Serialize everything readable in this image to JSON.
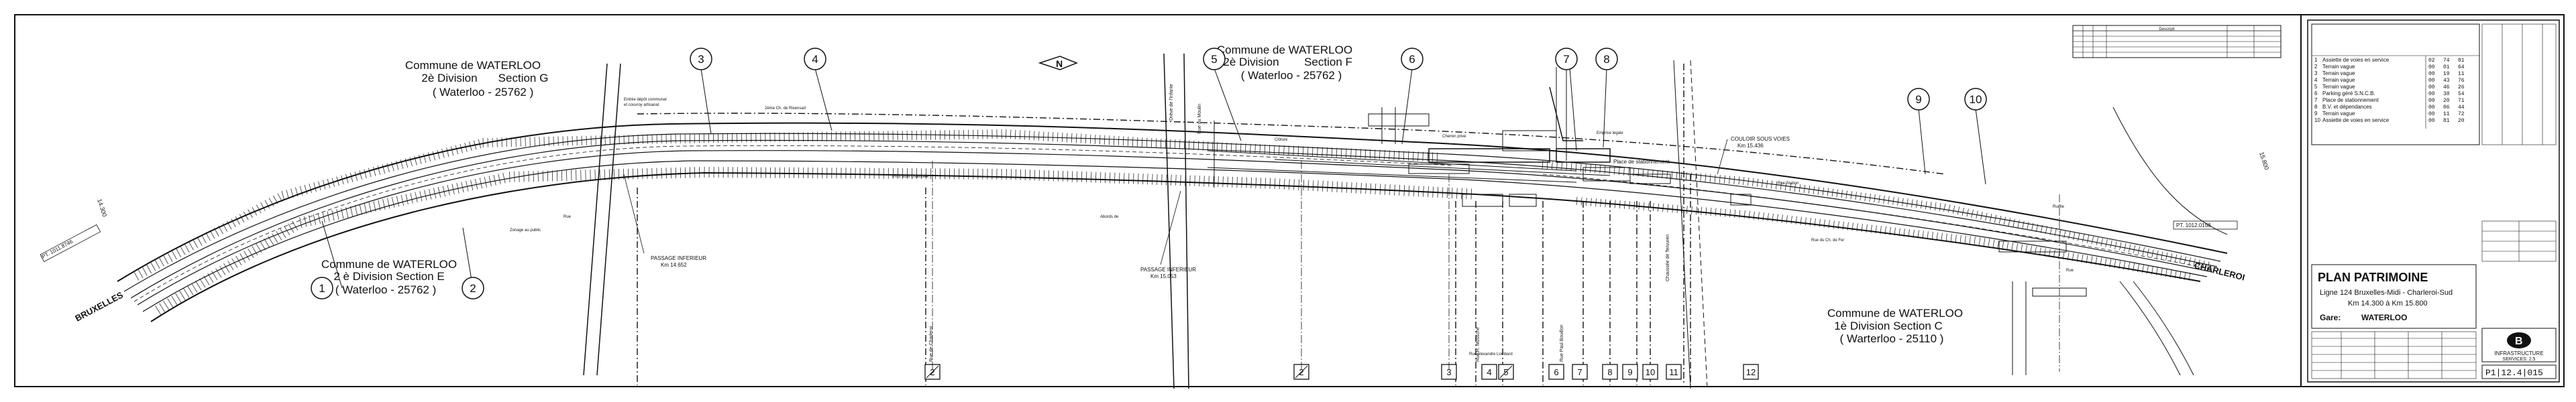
{
  "communes": {
    "g": {
      "l1": "Commune de WATERLOO",
      "l2": "2è Division",
      "l2b": "Section G",
      "l3": "( Waterloo  -  25762  )"
    },
    "f": {
      "l1": "Commune de WATERLOO",
      "l2": "2è Division",
      "l2b": "Section F",
      "l3": "( Waterloo  -  25762 )"
    },
    "e": {
      "l1": "Commune de WATERLOO",
      "l2": "2 è Division   Section E",
      "l3": "( Waterloo  -  25762 )"
    },
    "c": {
      "l1": "Commune de WATERLOO",
      "l2": "1è Division   Section C",
      "l3": "( Warterloo  -  25110 )"
    }
  },
  "north": "N",
  "directions": {
    "left": "BRUXELLES",
    "right": "CHARLEROI"
  },
  "passages": {
    "p1": {
      "l1": "PASSAGE INFERIEUR",
      "l2": "Km 14.652"
    },
    "p2": {
      "l1": "PASSAGE INFERIEUR",
      "l2": "Km 15.053"
    },
    "couloir": {
      "l1": "COULOIR SOUS VOIES",
      "l2": "Km 15.436"
    }
  },
  "labels": {
    "parking": "Place de stationnement"
  },
  "km": {
    "left": "14.300",
    "right": "15.800"
  },
  "pt_left": "PT. 1011.8746",
  "pt_right": "PT. 1012.0158",
  "circles": [
    "1",
    "2",
    "3",
    "4",
    "5",
    "6",
    "7",
    "8",
    "9",
    "10"
  ],
  "boxes": [
    "2",
    "2",
    "3",
    "4",
    "5",
    "6",
    "7",
    "8",
    "9",
    "10",
    "11",
    "12"
  ],
  "legend_table": {
    "headers": [
      "Descripti"
    ],
    "rows": [
      {
        "n": "1",
        "desc": "Assiette de voies en service",
        "v1": "02",
        "v2": "74",
        "v3": "81"
      },
      {
        "n": "2",
        "desc": "Terrain vague",
        "v1": "00",
        "v2": "01",
        "v3": "64"
      },
      {
        "n": "3",
        "desc": "Terrain vague",
        "v1": "00",
        "v2": "19",
        "v3": "11"
      },
      {
        "n": "4",
        "desc": "Terrain vague",
        "v1": "00",
        "v2": "43",
        "v3": "76"
      },
      {
        "n": "5",
        "desc": "Terrain vague",
        "v1": "00",
        "v2": "46",
        "v3": "26"
      },
      {
        "n": "6",
        "desc": "Parking géré S.N.C.B.",
        "v1": "00",
        "v2": "38",
        "v3": "54"
      },
      {
        "n": "7",
        "desc": "Place de stationnement",
        "v1": "00",
        "v2": "20",
        "v3": "71"
      },
      {
        "n": "8",
        "desc": "B.V. et dépendances",
        "v1": "00",
        "v2": "06",
        "v3": "44"
      },
      {
        "n": "9",
        "desc": "Terrain vague",
        "v1": "00",
        "v2": "11",
        "v3": "72"
      },
      {
        "n": "10",
        "desc": "Assiette de voies en service",
        "v1": "00",
        "v2": "81",
        "v3": "20"
      }
    ]
  },
  "title_block": {
    "title": "PLAN PATRIMOINE",
    "line": "Ligne 124 Bruxelles-Midi - Charleroi-Sud",
    "km": "Km 14.300  à  Km 15.800",
    "gare_label": "Gare:",
    "gare": "WATERLOO",
    "org1": "INFRASTRUCTURE",
    "org2": "SERVICES: 2.5",
    "logo": "B",
    "ref": "P1|12.4|015"
  },
  "colors": {
    "ink": "#111111",
    "paper": "#ffffff",
    "grid": "#555555"
  }
}
